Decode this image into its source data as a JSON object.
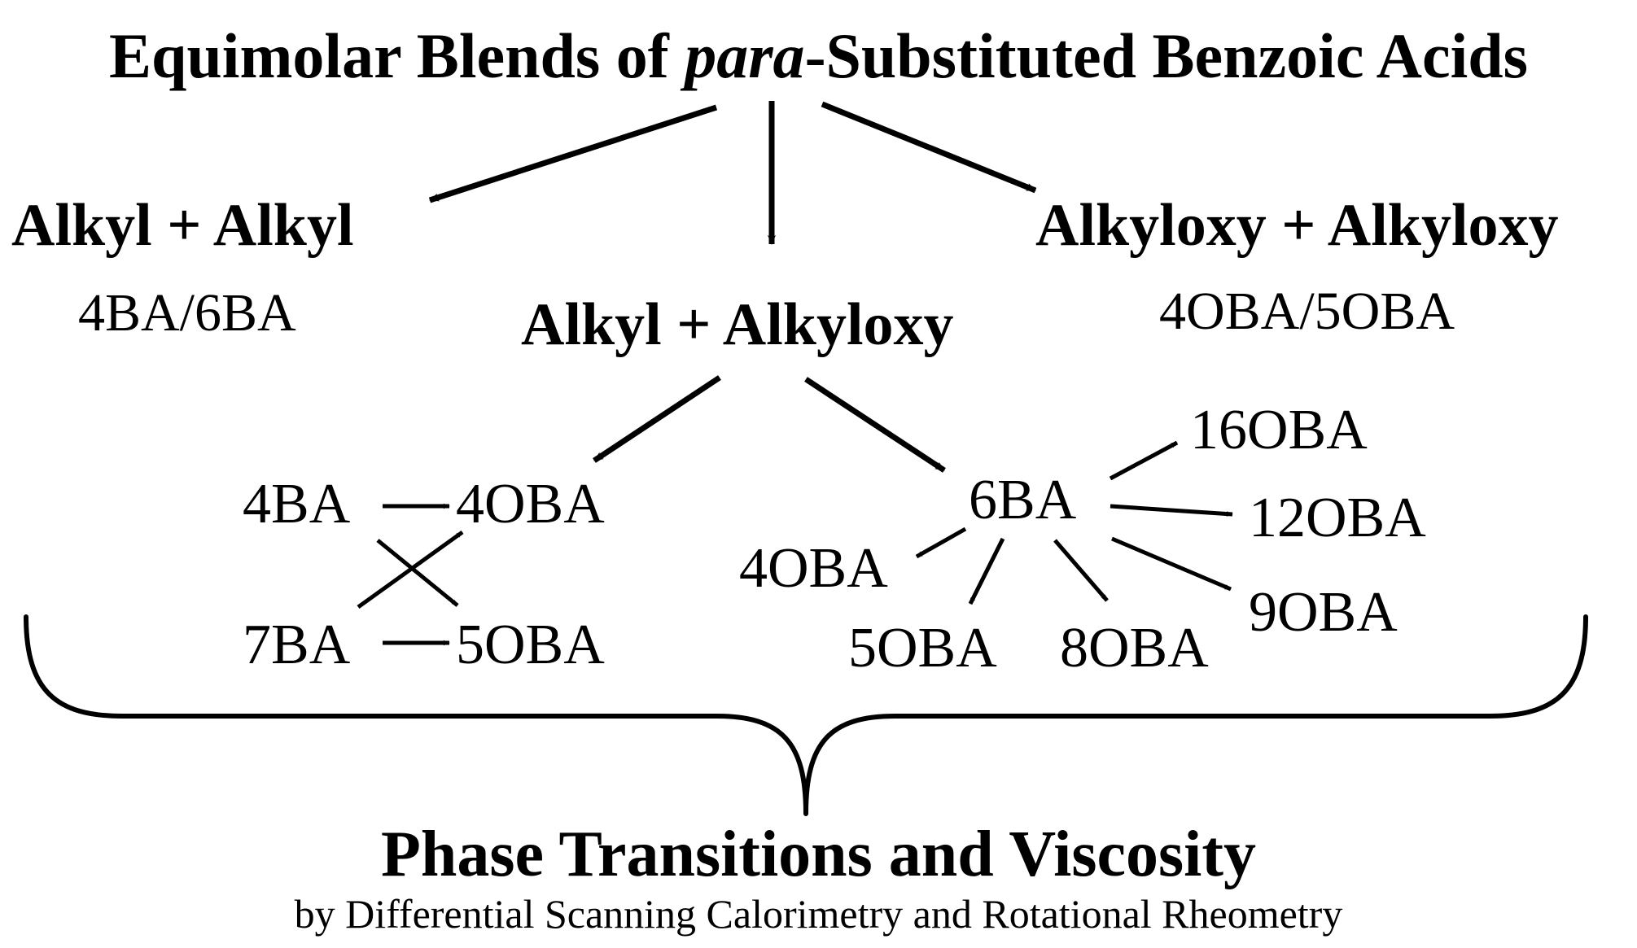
{
  "title": {
    "prefix": "Equimolar Blends of ",
    "italic": "para",
    "suffix": "-Substituted Benzoic Acids"
  },
  "groups": {
    "alkyl_alkyl": {
      "label": "Alkyl + Alkyl",
      "pair": "4BA/6BA"
    },
    "alkyl_alkyloxy": {
      "label": "Alkyl + Alkyloxy"
    },
    "alkyloxy_alkyloxy": {
      "label": "Alkyloxy + Alkyloxy",
      "pair": "4OBA/5OBA"
    }
  },
  "left_cluster": {
    "a": "4BA",
    "b": "4OBA",
    "c": "7BA",
    "d": "5OBA"
  },
  "right_cluster": {
    "center": "6BA",
    "n1": "4OBA",
    "n2": "5OBA",
    "n3": "8OBA",
    "n4": "16OBA",
    "n5": "12OBA",
    "n6": "9OBA"
  },
  "footer": {
    "title": "Phase Transitions and Viscosity",
    "subtitle": "by Differential Scanning Calorimetry and Rotational Rheometry"
  },
  "colors": {
    "ink": "#000000",
    "background": "#ffffff"
  }
}
